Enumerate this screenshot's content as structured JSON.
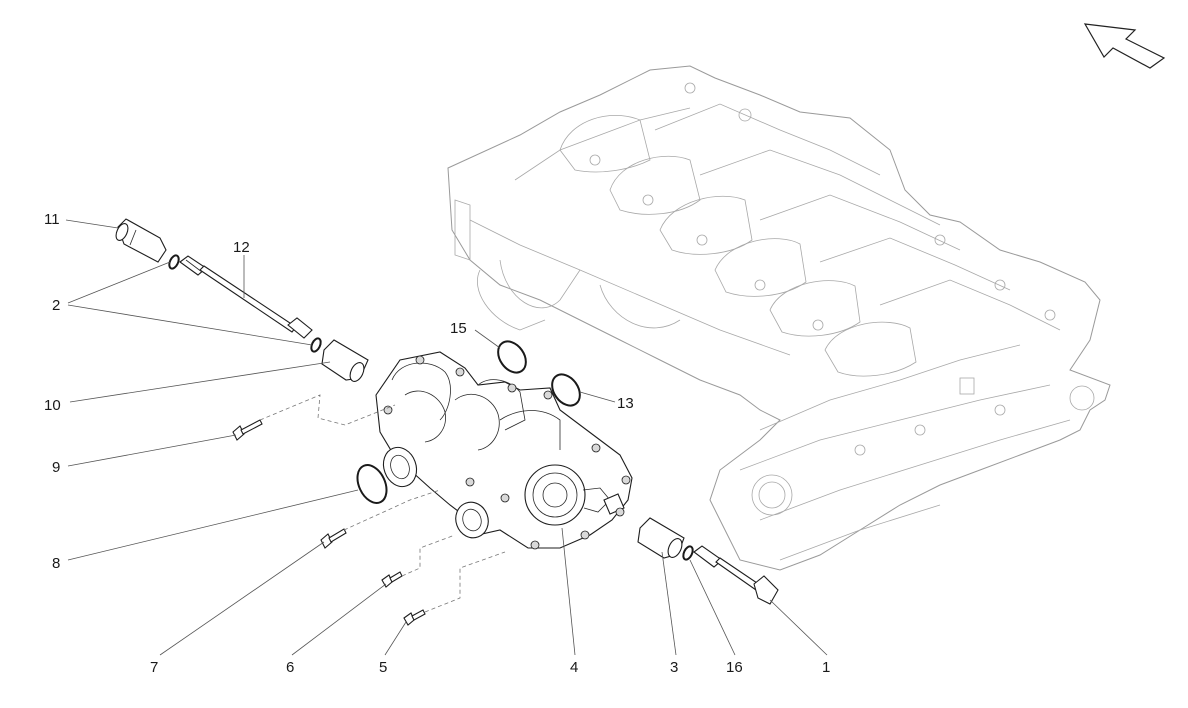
{
  "diagram": {
    "callouts": [
      {
        "id": "11",
        "text": "11"
      },
      {
        "id": "12",
        "text": "12"
      },
      {
        "id": "2",
        "text": "2"
      },
      {
        "id": "15",
        "text": "15"
      },
      {
        "id": "13",
        "text": "13"
      },
      {
        "id": "10",
        "text": "10"
      },
      {
        "id": "9",
        "text": "9"
      },
      {
        "id": "8",
        "text": "8"
      },
      {
        "id": "7",
        "text": "7"
      },
      {
        "id": "6",
        "text": "6"
      },
      {
        "id": "5",
        "text": "5"
      },
      {
        "id": "4",
        "text": "4"
      },
      {
        "id": "3",
        "text": "3"
      },
      {
        "id": "16",
        "text": "16"
      },
      {
        "id": "1",
        "text": "1"
      }
    ],
    "orientation_icon": "arrow-up-left-icon"
  }
}
